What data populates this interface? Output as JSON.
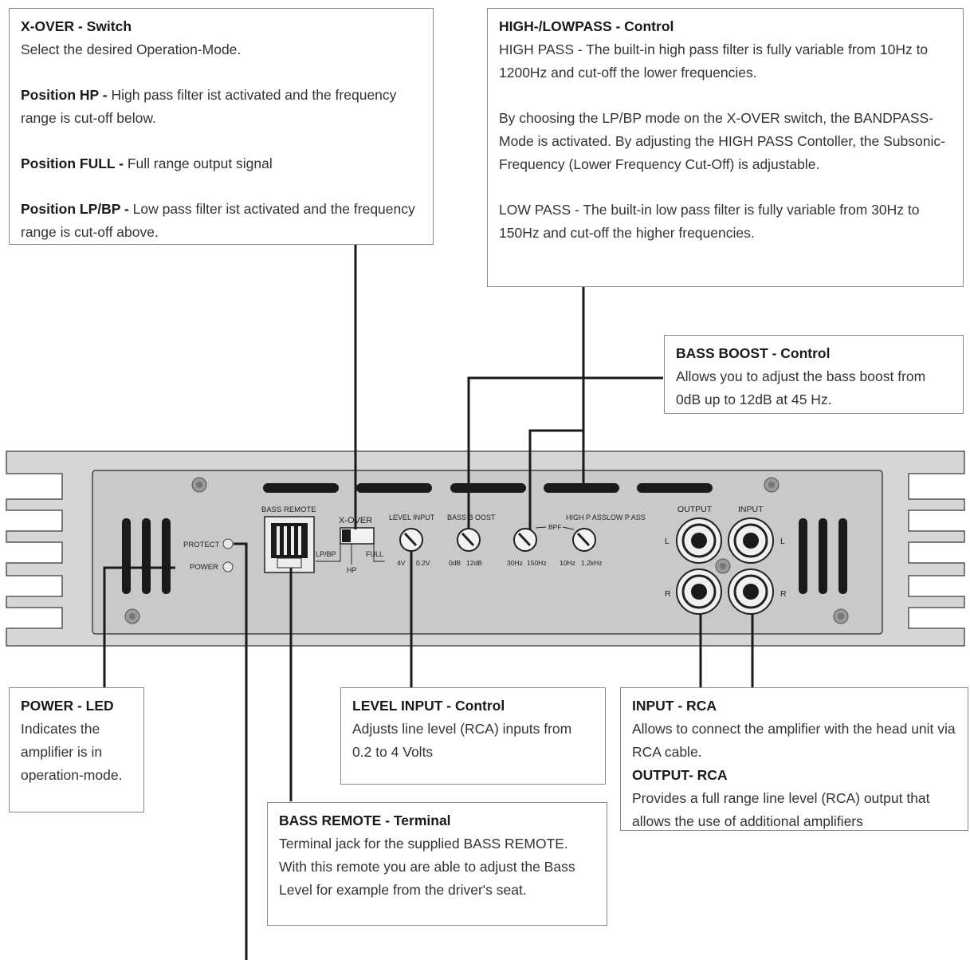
{
  "xover": {
    "title": "X-OVER - Switch",
    "intro": "Select the desired Operation-Mode.",
    "hp_label": "Position HP - ",
    "hp_text": "High pass filter ist activated and the frequency range is cut-off below.",
    "full_label": "Position FULL - ",
    "full_text": " Full range output signal",
    "lp_label": "Position LP/BP - ",
    "lp_text": "Low pass filter ist activated and the frequency range is cut-off above."
  },
  "highlow": {
    "title": "HIGH-/LOWPASS - Control",
    "p1": "HIGH PASS - The built-in high pass filter is fully variable from 10Hz to 1200Hz and cut-off the lower frequencies.",
    "p2": "By choosing the LP/BP mode on the X-OVER switch, the BANDPASS-Mode is activated. By adjusting the HIGH PASS Contoller, the Subsonic-Frequency (Lower Frequency Cut-Off) is adjustable.",
    "p3": "LOW PASS - The built-in low pass filter is fully variable from 30Hz to 150Hz and cut-off the higher frequencies."
  },
  "bassboost": {
    "title": "BASS BOOST - Control",
    "text": "Allows you to adjust the bass boost from 0dB up to 12dB at 45 Hz."
  },
  "power": {
    "title": "POWER - LED",
    "text": "Indicates the amplifier is in operation-mode."
  },
  "level": {
    "title": "LEVEL INPUT -  Control",
    "text": "Adjusts line level (RCA) inputs from 0.2 to 4 Volts"
  },
  "rca": {
    "input_title": "INPUT - RCA",
    "input_text": "Allows to connect the amplifier with the head unit via RCA cable.",
    "output_title": "OUTPUT- RCA",
    "output_text": "Provides a full range line level (RCA) output that allows the use of additional amplifiers"
  },
  "bassremote": {
    "title": "BASS REMOTE - Terminal",
    "text": "Terminal jack for the supplied BASS REMOTE. With this remote you are able to adjust the Bass Level for example from the driver's seat."
  },
  "panel": {
    "bass_remote": "BASS  REMOTE",
    "protect": "PROTECT",
    "power": "POWER",
    "xover": "X-OVER",
    "lpbp": "LP/BP",
    "full": "FULL",
    "hp": "HP",
    "level_input": "LEVEL INPUT",
    "bass_boost": "BASS B OOST",
    "bpf": "BPF",
    "high_low_pass": "HIGH P ASSLOW P ASS",
    "output": "OUTPUT",
    "input": "INPUT",
    "left": "L",
    "right": "R",
    "level_min": "4V",
    "level_max": "0.2V",
    "boost_min": "0dB",
    "boost_max": "12dB",
    "lp_min": "30Hz",
    "lp_max": "150Hz",
    "hp_min": "10Hz",
    "hp_max": "1.2kHz"
  },
  "colors": {
    "line": "#1a1a1a",
    "chassis_fill": "#d4d4d4",
    "panel_fill": "#c8c8c8"
  }
}
